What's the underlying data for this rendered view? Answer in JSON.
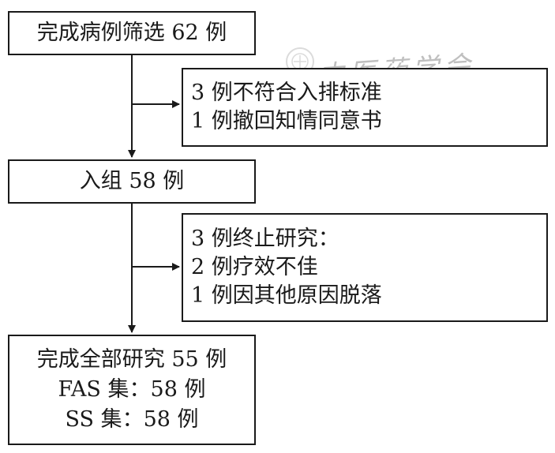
{
  "flow": {
    "screening": "完成病例筛选 62 例",
    "excluded": [
      "3 例不符合入排标准",
      "1 例撤回知情同意书"
    ],
    "enrolled": "入组 58 例",
    "terminated": [
      "3 例终止研究：",
      "2 例疗效不佳",
      "1 例因其他原因脱落"
    ],
    "completed": [
      "完成全部研究 55 例",
      "FAS 集：58 例",
      "SS 集：58 例"
    ]
  },
  "watermark": {
    "text": "中医药学会"
  }
}
